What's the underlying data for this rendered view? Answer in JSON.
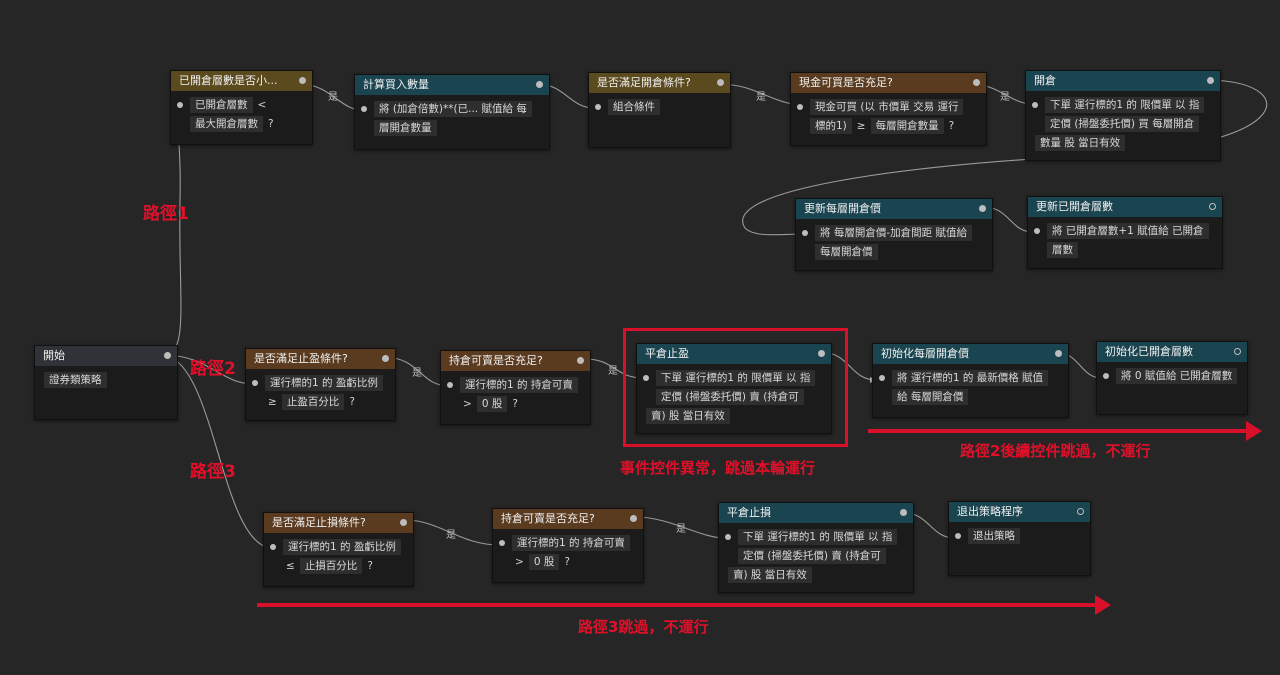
{
  "nodes": {
    "start": {
      "title": "開始",
      "tokens": [
        "證券類策略"
      ]
    },
    "layer_check": {
      "title": "已開倉層數是否小...",
      "line1": [
        "已開倉層數"
      ],
      "op1": "<",
      "line2": [
        "最大開倉層數"
      ],
      "q": "?"
    },
    "calc_qty": {
      "title": "計算買入數量",
      "line1": [
        "將 (加倉倍數)**(已... 賦值給 每"
      ],
      "line2": [
        "層開倉數量"
      ]
    },
    "open_cond": {
      "title": "是否滿足開倉條件?",
      "line1": [
        "組合條件"
      ]
    },
    "cash_check": {
      "title": "現金可買是否充足?",
      "line1": [
        "現金可買 (以 市價單 交易 運行"
      ],
      "line2a": [
        "標的1)"
      ],
      "op": "≥",
      "line2b": [
        "每層開倉數量"
      ],
      "q": "?"
    },
    "open_pos": {
      "title": "開倉",
      "line1": [
        "下單 運行標的1 的 限價單 以 指"
      ],
      "line2": [
        "定價 (掃盤委托價) 買 每層開倉"
      ],
      "line3": [
        "數量 股 當日有效"
      ]
    },
    "update_price": {
      "title": "更新每層開倉價",
      "line1": [
        "將 每層開倉價-加倉間距 賦值給"
      ],
      "line2": [
        "每層開倉價"
      ]
    },
    "update_layers": {
      "title": "更新已開倉層數",
      "line1": [
        "將 已開倉層數+1 賦值給 已開倉"
      ],
      "line2": [
        "層數"
      ]
    },
    "tp_cond": {
      "title": "是否滿足止盈條件?",
      "line1": [
        "運行標的1 的 盈虧比例"
      ],
      "op": "≥",
      "line2": [
        "止盈百分比"
      ],
      "q": "?"
    },
    "hold_sell_1": {
      "title": "持倉可賣是否充足?",
      "line1": [
        "運行標的1 的 持倉可賣"
      ],
      "op": ">",
      "line2": [
        "0 股"
      ],
      "q": "?"
    },
    "close_tp": {
      "title": "平倉止盈",
      "line1": [
        "下單 運行標的1 的 限價單 以 指"
      ],
      "line2": [
        "定價 (掃盤委托價) 賣 (持倉可"
      ],
      "line3": [
        "賣) 股 當日有效"
      ]
    },
    "init_price": {
      "title": "初始化每層開倉價",
      "line1": [
        "將 運行標的1 的 最新價格 賦值"
      ],
      "line2": [
        "給 每層開倉價"
      ]
    },
    "init_layers": {
      "title": "初始化已開倉層數",
      "line1": [
        "將 0 賦值給 已開倉層數"
      ]
    },
    "sl_cond": {
      "title": "是否滿足止損條件?",
      "line1": [
        "運行標的1 的 盈虧比例"
      ],
      "op": "≤",
      "line2": [
        "止損百分比"
      ],
      "q": "?"
    },
    "hold_sell_2": {
      "title": "持倉可賣是否充足?",
      "line1": [
        "運行標的1 的 持倉可賣"
      ],
      "op": ">",
      "line2": [
        "0 股"
      ],
      "q": "?"
    },
    "close_sl": {
      "title": "平倉止損",
      "line1": [
        "下單 運行標的1 的 限價單 以 指"
      ],
      "line2": [
        "定價 (掃盤委托價) 賣 (持倉可"
      ],
      "line3": [
        "賣) 股 當日有效"
      ]
    },
    "exit": {
      "title": "退出策略程序",
      "line1": [
        "退出策略"
      ]
    }
  },
  "yes_label": "是",
  "annotations": {
    "path1": "路徑1",
    "path2": "路徑2",
    "path3": "路徑3",
    "error_note": "事件控件異常，跳過本輪運行",
    "path2_note": "路徑2後續控件跳過，不運行",
    "path3_note": "路徑3跳過，不運行"
  },
  "colors": {
    "orange_header": "#5a3b20",
    "teal_header": "#1a4550",
    "olive_header": "#5a4a1e",
    "annotation_red": "#d8102a"
  }
}
